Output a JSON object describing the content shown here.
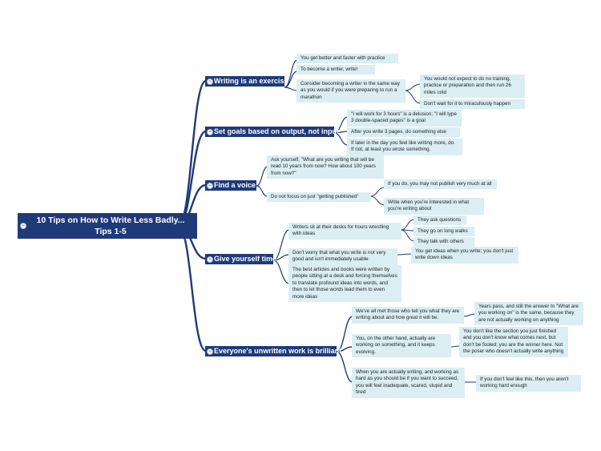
{
  "root": "10 Tips on How to Write Less Badly... Tips 1-5",
  "branches": {
    "b1": {
      "title": "Writing is an exercise",
      "l1": "You get better and faster with practice",
      "l2": "To become a writer, write!",
      "l3": "Consider becoming a writer in the same way as you would if you were preparing to run a marathon",
      "l3a": "You would not expect to do no training, practice or preparation and then run 26 miles cold",
      "l3b": "Don't wait for it to miraculously happen"
    },
    "b2": {
      "title": "Set goals based on output, not input",
      "l1": "\"I will work for 3 hours\" is a delusion; \"I will type 3 double-spaced pages\" is a goal",
      "l2": "After you write 3 pages, do something else",
      "l3": "If later in the day you feel like writing more, do. If not, at least you wrote something."
    },
    "b3": {
      "title": "Find a voice",
      "l1": "Ask yourself, \"What are you writing that will be read 10 years from now? How about 100 years from now?\"",
      "l2": "Do not focus on just \"getting published\"",
      "l2a": "If you do, you may not publish very much at all",
      "l2b": "Write when you're interested in what you're writing about"
    },
    "b4": {
      "title": "Give yourself time",
      "l1": "Writers sit at their desks for hours wrestling with ideas",
      "l1a": "They ask questions",
      "l1b": "They go on long walks",
      "l1c": "They talk with others",
      "l2": "Don't worry that what you write is not very good and isn't immediately usable",
      "l2a": "You get ideas when you write; you don't just write down ideas",
      "l3": "The best articles and books were written by people sitting at a desk and forcing themselves to translate profound ideas into words, and then to let those words lead them to even more ideas"
    },
    "b5": {
      "title": "Everyone's unwritten work is brilliant",
      "l1": "We've all met those who tell you what they are writing about and how great it will be.",
      "l1a": "Years pass, and still the answer to \"What are you working on\" is the same, because they are not actually working on anything",
      "l2": "You, on the other hand, actually are working on something, and it keeps evolving.",
      "l2a": "You don't like the section you just finished and you don't know what comes next, but don't be fooled; you are the winner here. Not the poser who doesn't actually write anything",
      "l3": "When you are actually writing, and working as hard as you should be if you want to succeed, you will feel inadequate, scared, stupid and tired",
      "l3a": "If you don't feel like this, then you aren't working hard enough"
    }
  },
  "colors": {
    "topic": "#1f3a78",
    "leaf": "#daeef3",
    "line": "#1f3a78"
  }
}
